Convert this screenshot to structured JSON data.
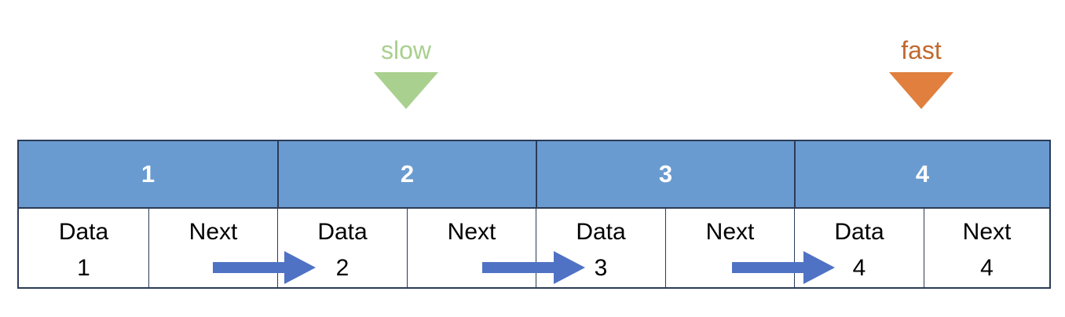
{
  "pointers": {
    "slow": {
      "label": "slow",
      "color": "#a9d08e"
    },
    "fast": {
      "label": "fast",
      "color": "#e07f3e"
    }
  },
  "colors": {
    "header": "#6a9bd0",
    "arrow": "#4f72c4",
    "border": "#2b3b57"
  },
  "nodes": [
    {
      "header": "1",
      "data_label": "Data",
      "data_value": "1",
      "next_label": "Next",
      "next_value": ""
    },
    {
      "header": "2",
      "data_label": "Data",
      "data_value": "2",
      "next_label": "Next",
      "next_value": ""
    },
    {
      "header": "3",
      "data_label": "Data",
      "data_value": "3",
      "next_label": "Next",
      "next_value": ""
    },
    {
      "header": "4",
      "data_label": "Data",
      "data_value": "4",
      "next_label": "Next",
      "next_value": "4"
    }
  ]
}
